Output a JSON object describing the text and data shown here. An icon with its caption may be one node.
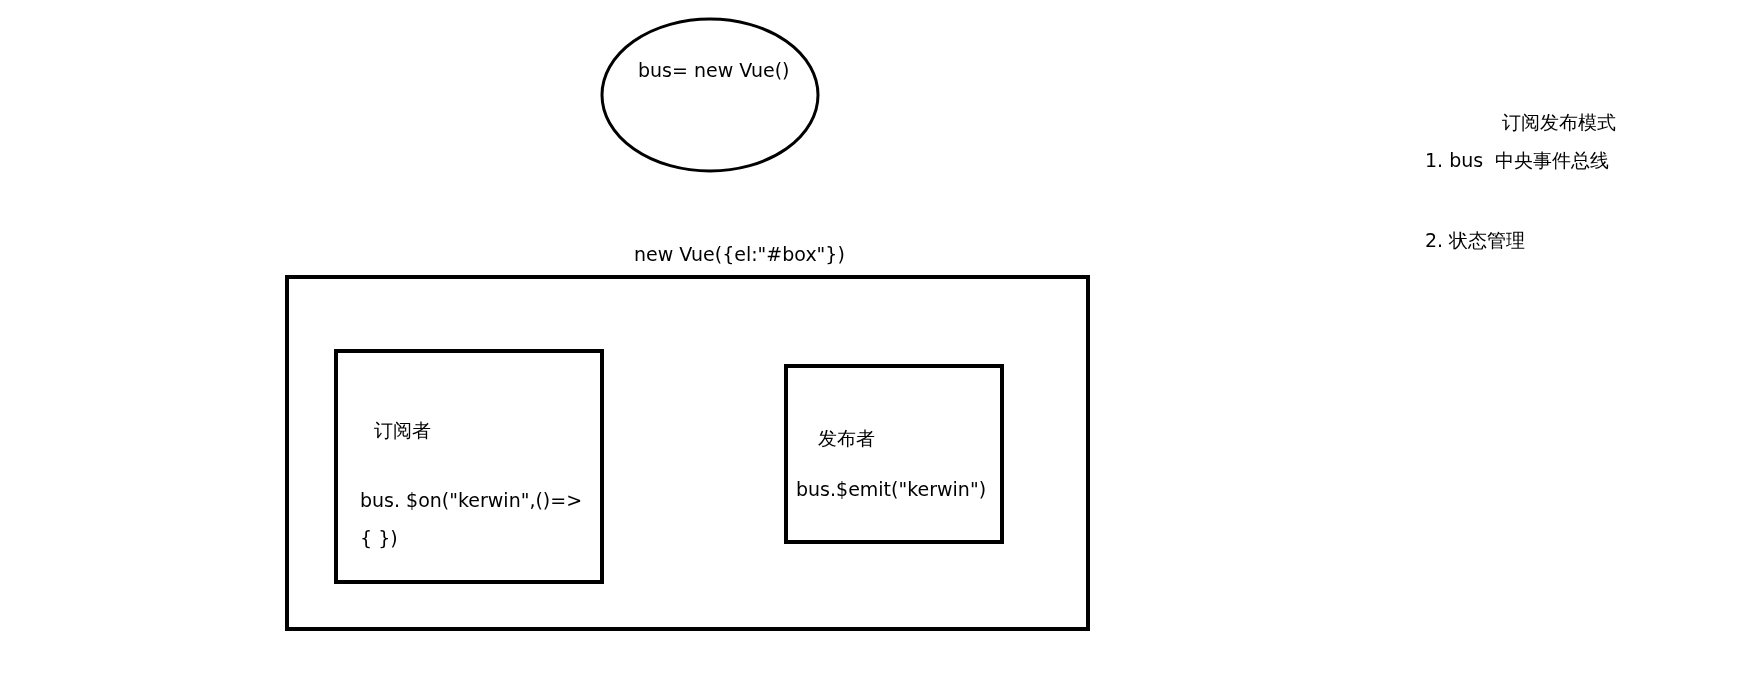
{
  "diagram": {
    "nodes": [
      {
        "text": [
          "bus= new Vue()"
        ]
      },
      {
        "text": [
          "new Vue({el:\"#box\"})"
        ]
      },
      {
        "text": [
          "订阅者",
          "bus. $on(\"kerwin\",()=>{ })"
        ],
        "in": 1
      },
      {
        "text": [
          "发布者",
          "bus.$emit(\"kerwin\")"
        ],
        "in": 1
      }
    ],
    "labels": [
      "订阅发布模式",
      "1. bus  中央事件总线",
      "2. 状态管理"
    ]
  }
}
